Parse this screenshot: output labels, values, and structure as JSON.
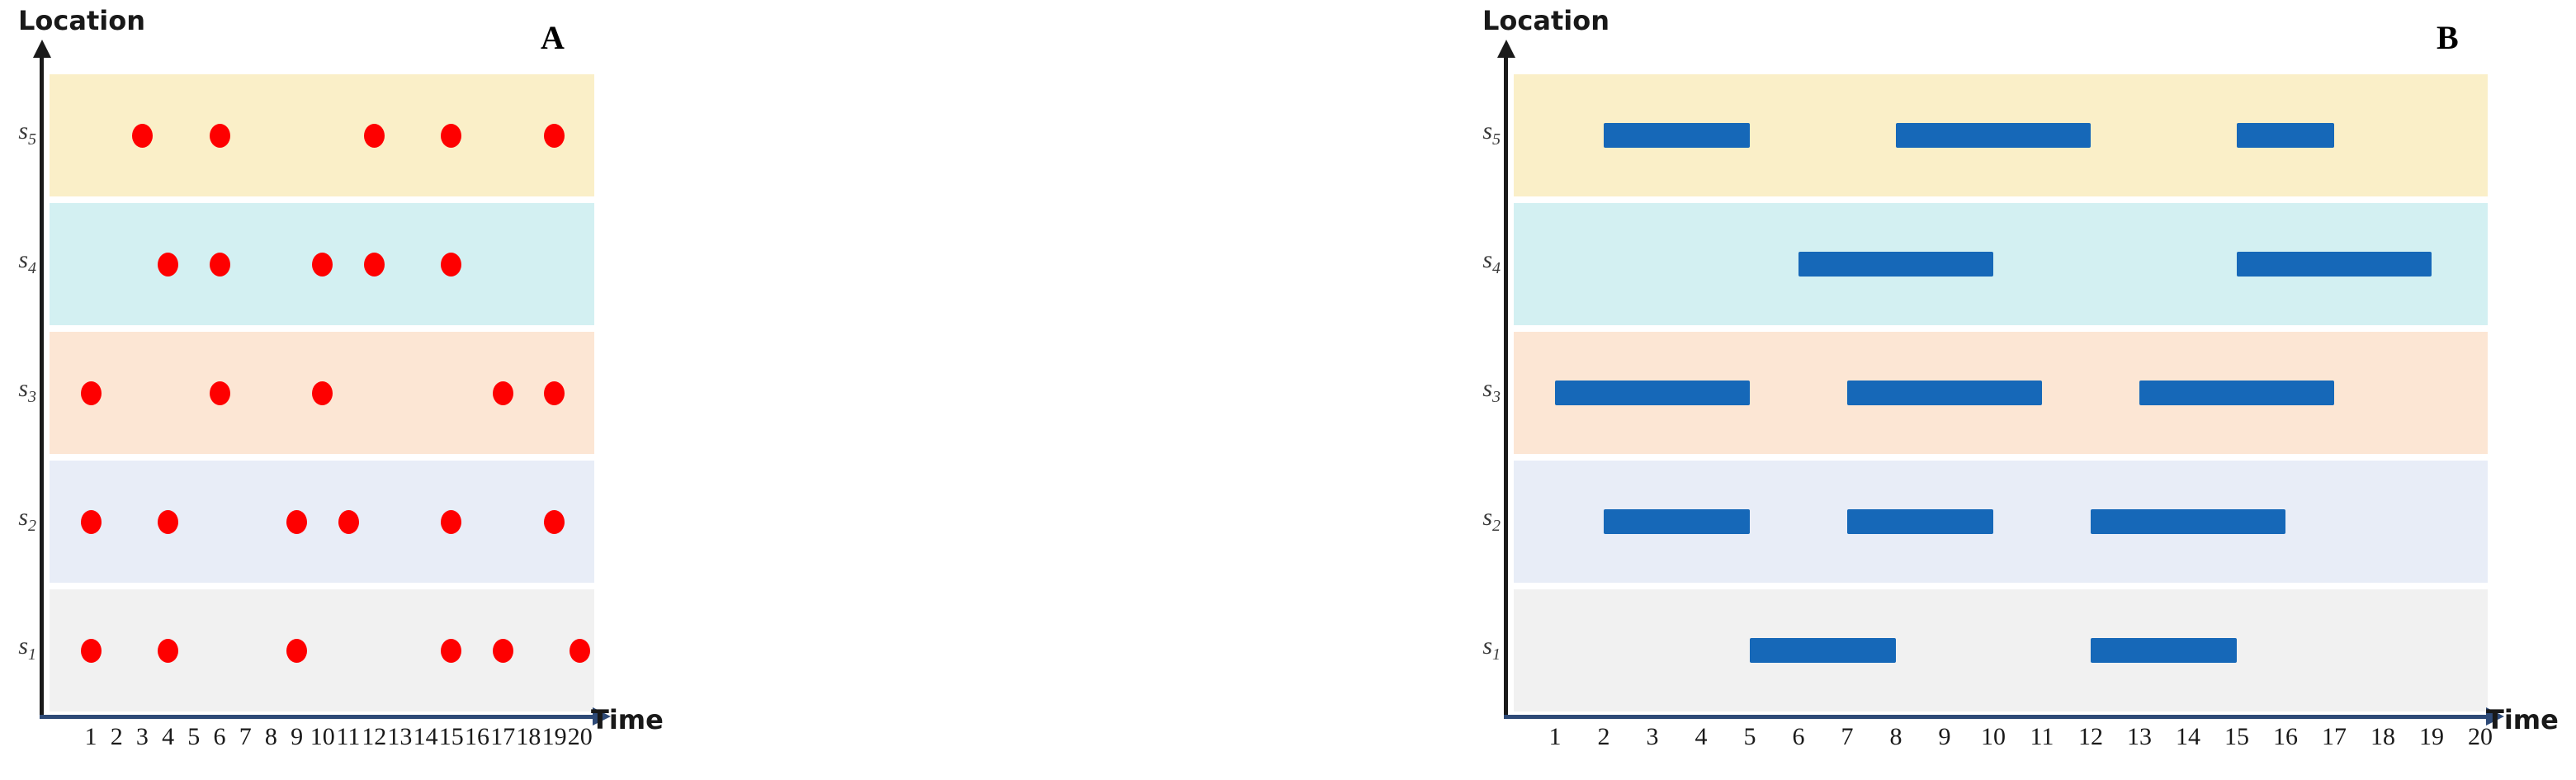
{
  "figure": {
    "panels": [
      {
        "id": "A",
        "letter": "A",
        "y_axis_title": "Location",
        "x_axis_title": "Time",
        "marker_type": "dot"
      },
      {
        "id": "B",
        "letter": "B",
        "y_axis_title": "Location",
        "x_axis_title": "Time",
        "marker_type": "bar"
      }
    ],
    "row_labels": [
      "s1",
      "s2",
      "s3",
      "s4",
      "s5"
    ],
    "row_label_html": {
      "s1": "s<sub>1</sub>",
      "s2": "s<sub>2</sub>",
      "s3": "s<sub>3</sub>",
      "s4": "s<sub>4</sub>",
      "s5": "s<sub>5</sub>"
    },
    "tick_labels": [
      "1",
      "2",
      "3",
      "4",
      "5",
      "6",
      "7",
      "8",
      "9",
      "10",
      "11",
      "12",
      "13",
      "14",
      "15",
      "16",
      "17",
      "18",
      "19",
      "20"
    ],
    "colors": {
      "band_s5": "#FAEFC8",
      "band_s4": "#D3F0F2",
      "band_s3": "#FCE6D4",
      "band_s2": "#E8EDF7",
      "band_s1": "#F1F1F1",
      "dot": "#FE0000",
      "bar": "#1668B8",
      "y_axis": "#1A1A1A",
      "x_axis": "#2E4A77",
      "text": "#1A1A1A"
    }
  },
  "chart_data": [
    {
      "type": "scatter",
      "panel": "A",
      "title": "",
      "xlabel": "Time",
      "ylabel": "Location",
      "xlim": [
        0,
        21
      ],
      "ylim": [
        0,
        5
      ],
      "grid": false,
      "legend": "none",
      "x_ticks": [
        1,
        2,
        3,
        4,
        5,
        6,
        7,
        8,
        9,
        10,
        11,
        12,
        13,
        14,
        15,
        16,
        17,
        18,
        19,
        20
      ],
      "y_categories": [
        "s1",
        "s2",
        "s3",
        "s4",
        "s5"
      ],
      "series": [
        {
          "name": "s5",
          "values": [
            3,
            6,
            12,
            15,
            19
          ]
        },
        {
          "name": "s4",
          "values": [
            4,
            6,
            10,
            12,
            15
          ]
        },
        {
          "name": "s3",
          "values": [
            1,
            6,
            10,
            17,
            19
          ]
        },
        {
          "name": "s2",
          "values": [
            1,
            4,
            9,
            11,
            15,
            19
          ]
        },
        {
          "name": "s1",
          "values": [
            1,
            4,
            9,
            15,
            17,
            20
          ]
        }
      ]
    },
    {
      "type": "bar",
      "panel": "B",
      "title": "",
      "xlabel": "Time",
      "ylabel": "Location",
      "xlim": [
        0,
        21
      ],
      "ylim": [
        0,
        5
      ],
      "grid": false,
      "legend": "none",
      "x_ticks": [
        1,
        2,
        3,
        4,
        5,
        6,
        7,
        8,
        9,
        10,
        11,
        12,
        13,
        14,
        15,
        16,
        17,
        18,
        19,
        20
      ],
      "y_categories": [
        "s1",
        "s2",
        "s3",
        "s4",
        "s5"
      ],
      "series": [
        {
          "name": "s5",
          "intervals": [
            [
              2,
              5
            ],
            [
              8,
              12
            ],
            [
              15,
              17
            ]
          ]
        },
        {
          "name": "s4",
          "intervals": [
            [
              6,
              10
            ],
            [
              15,
              19
            ]
          ]
        },
        {
          "name": "s3",
          "intervals": [
            [
              1,
              5
            ],
            [
              7,
              11
            ],
            [
              13,
              17
            ]
          ]
        },
        {
          "name": "s2",
          "intervals": [
            [
              2,
              5
            ],
            [
              7,
              10
            ],
            [
              12,
              16
            ]
          ]
        },
        {
          "name": "s1",
          "intervals": [
            [
              5,
              8
            ],
            [
              12,
              15
            ]
          ]
        }
      ]
    }
  ]
}
